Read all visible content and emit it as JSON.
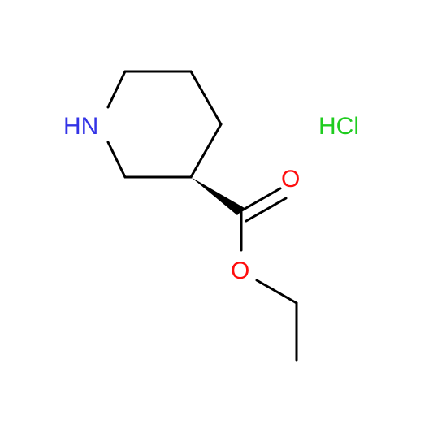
{
  "molecule": {
    "atoms": {
      "nh": {
        "text": "HN",
        "color": "#3333e6"
      },
      "carbonyl_o": {
        "text": "O",
        "color": "#ff0d0d"
      },
      "ester_o": {
        "text": "O",
        "color": "#ff0d0d"
      }
    },
    "salt": {
      "text": "HCl",
      "color": "#1fcc1f"
    },
    "bond_color": "#000000"
  }
}
